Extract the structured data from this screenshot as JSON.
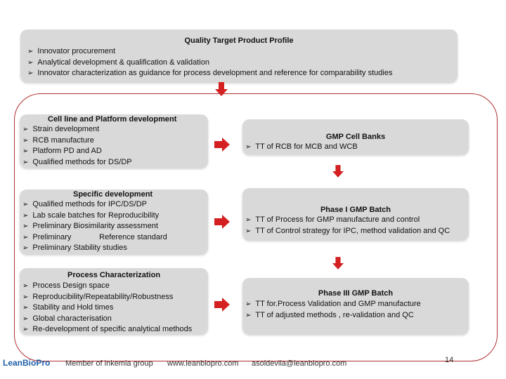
{
  "top_box": {
    "title": "Quality Target Product  Profile",
    "items": [
      "Innovator  procurement",
      "Analytical development & qualification & validation",
      "Innovator characterization as  guidance for process development and  reference for  comparability studies"
    ]
  },
  "left_boxes": [
    {
      "title": "Cell line and Platform development",
      "items": [
        "Strain development",
        "RCB manufacture",
        "Platform PD and AD",
        "Qualified methods for DS/DP"
      ]
    },
    {
      "title": "Specific development",
      "items": [
        "Qualified methods for IPC/DS/DP",
        "Lab scale  batches for Reproducibility",
        "Preliminary Biosimilarity  assessment",
        "Preliminary             Reference standard",
        "Preliminary  Stability studies"
      ]
    },
    {
      "title": "Process Characterization",
      "items": [
        "Process Design space",
        "Reproducibility/Repeatability/Robustness",
        "Stability and Hold times",
        "Global characterisation",
        "Re-development of specific analytical methods"
      ]
    }
  ],
  "right_boxes": [
    {
      "title": "GMP  Cell Banks",
      "items": [
        "TT of RCB  for MCB  and WCB"
      ]
    },
    {
      "title": "Phase I  GMP Batch",
      "items": [
        "TT of Process  for GMP manufacture and control",
        "TT of Control strategy  for IPC, method validation  and QC"
      ]
    },
    {
      "title": "Phase III GMP Batch",
      "items": [
        "TT for.Process  Validation and GMP manufacture",
        "TT of adjusted methods , re-validation and  QC"
      ]
    }
  ],
  "bullet_glyph": "➢",
  "footer": {
    "logo_text": "LeanBioPro",
    "member": "Member of inkemia group",
    "website": "www.leanbiopro.com",
    "email": "asoldevila@leanbiopro.com",
    "page_number": "14"
  },
  "colors": {
    "arrow": "#d42020",
    "frame": "#b03030",
    "box_fill": "#d9d9d9",
    "logo_blue": "#1f5fa8",
    "logo_green": "#7ab929"
  }
}
